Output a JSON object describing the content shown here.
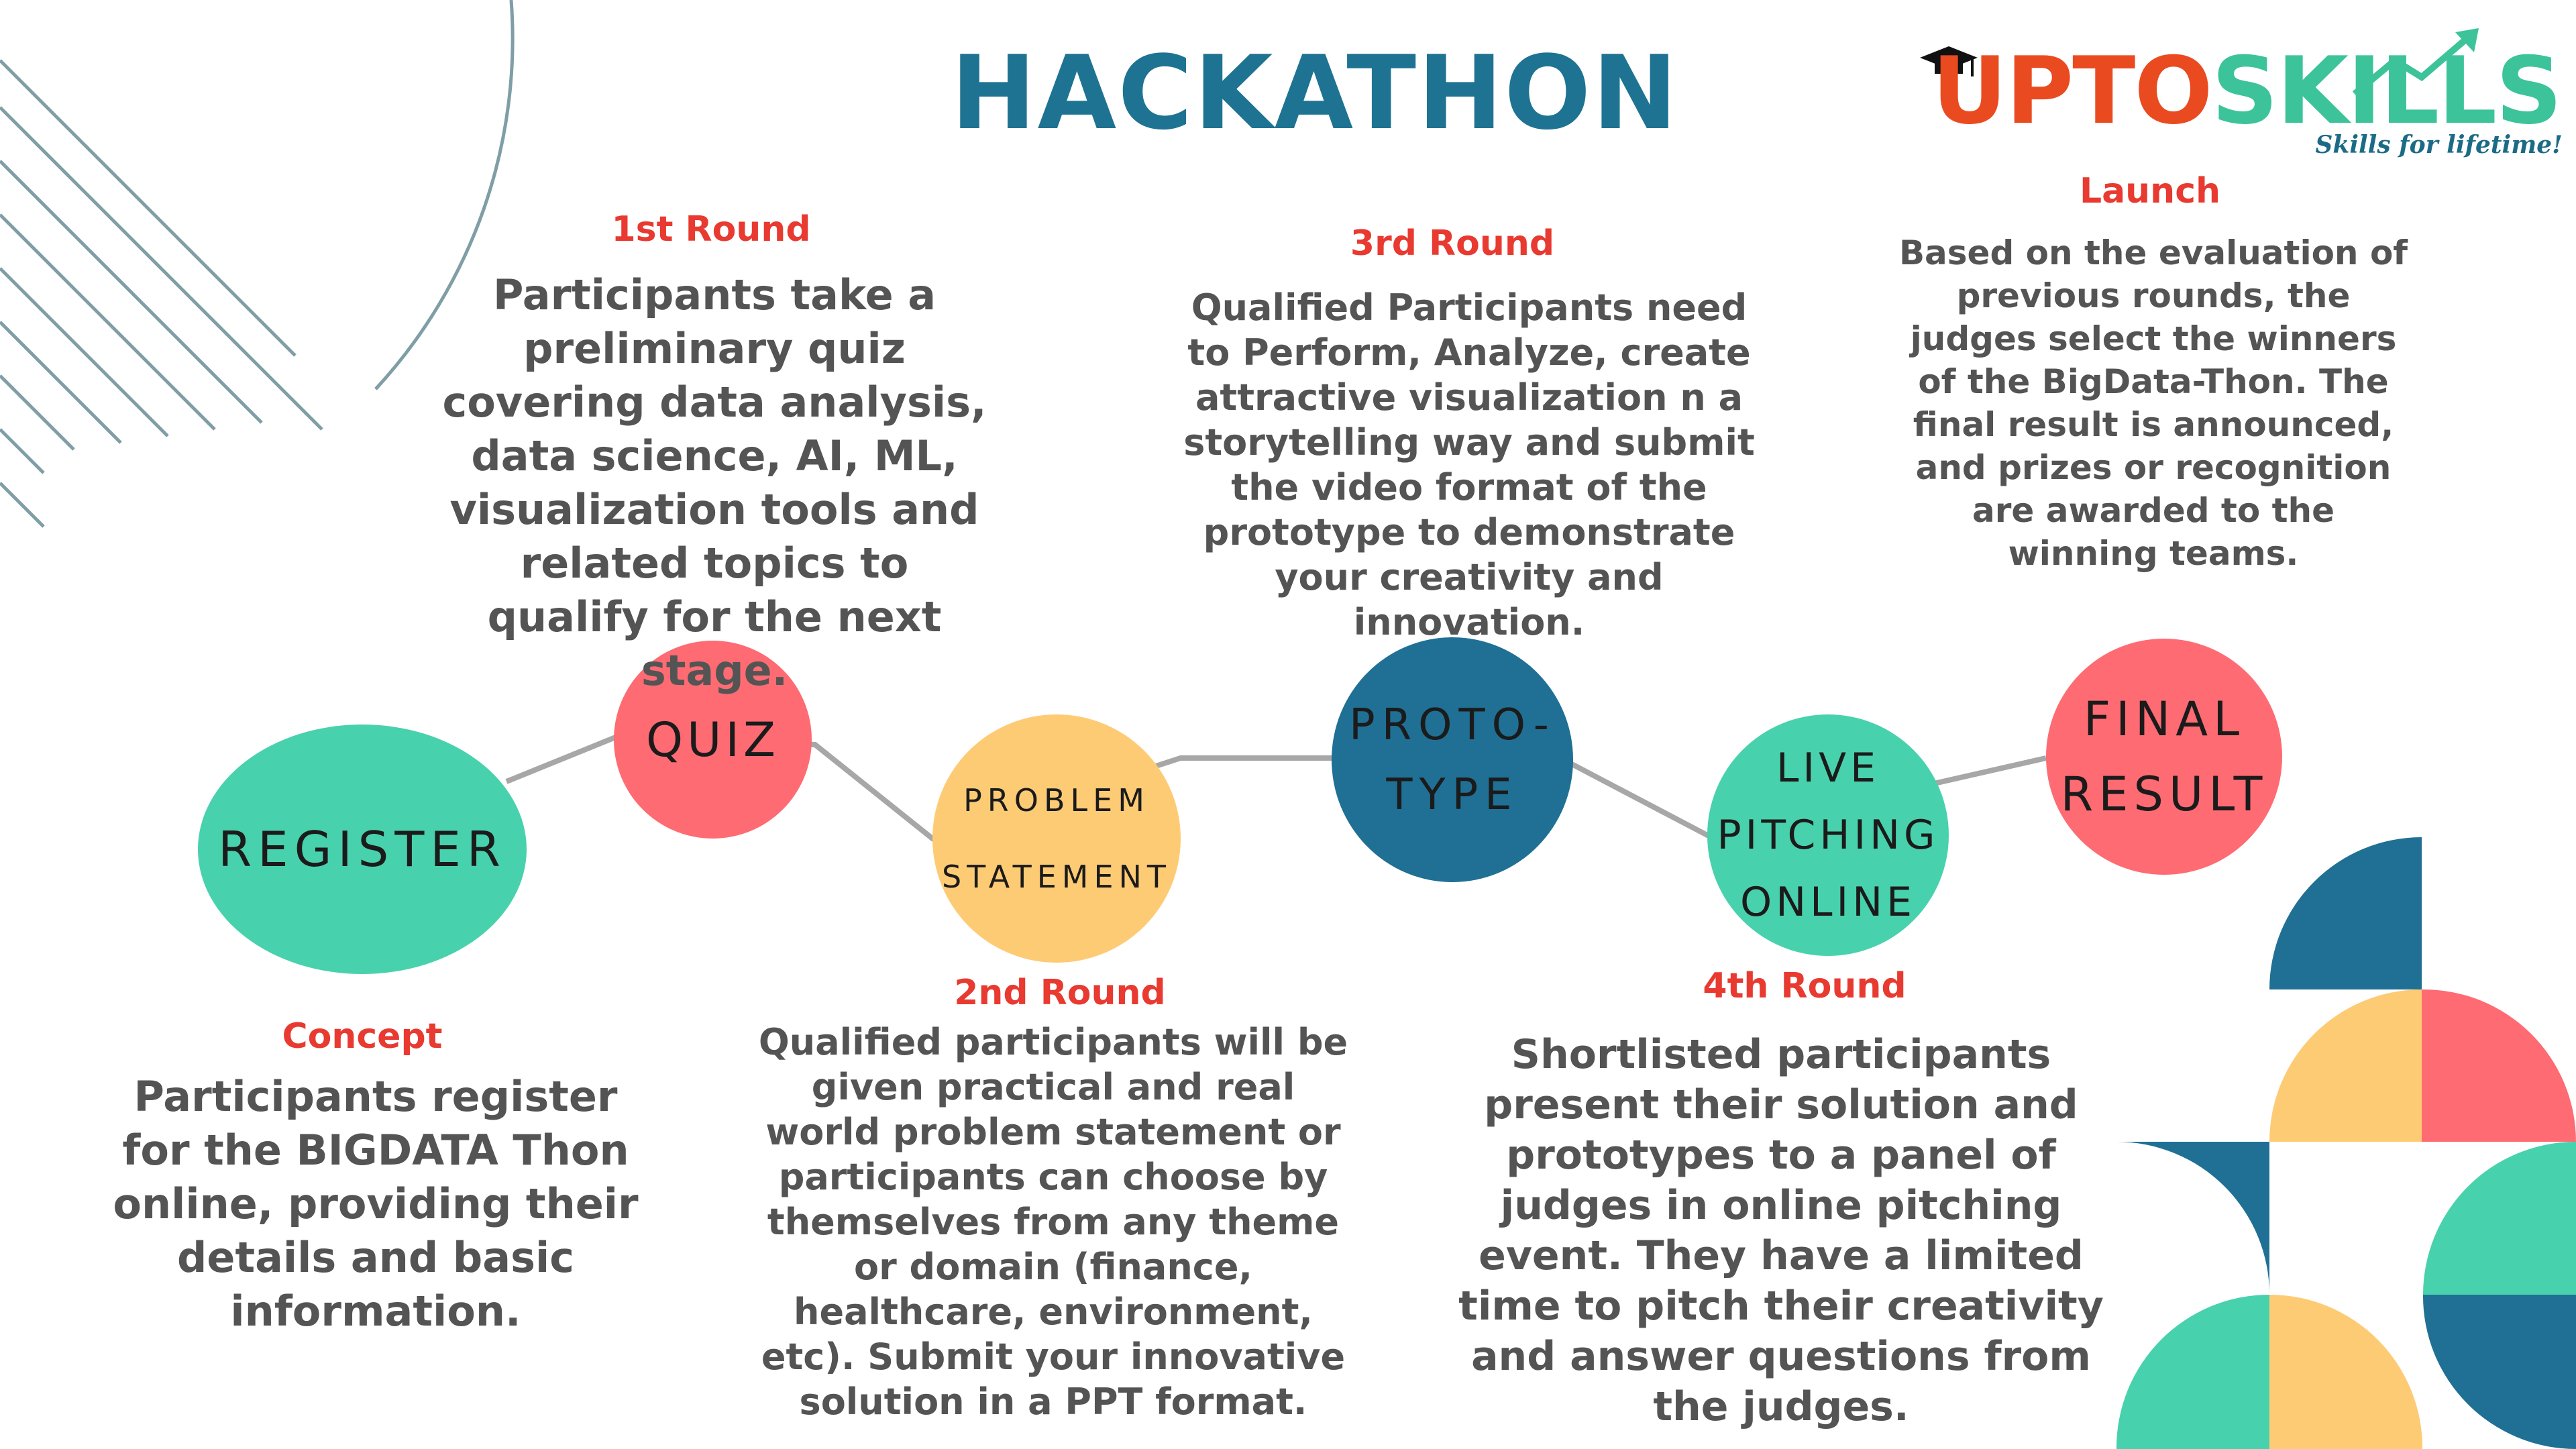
{
  "title": "HACKATHON",
  "logo": {
    "part1": "UPTO",
    "part2": "SKILLS",
    "tagline": "Skills for lifetime!"
  },
  "stages": [
    {
      "id": "register",
      "label_lines": [
        "REGISTER"
      ],
      "color": "#48d1ad",
      "round": "Concept",
      "description": "Participants register for the BIGDATA Thon online, providing their details and basic information."
    },
    {
      "id": "quiz",
      "label_lines": [
        "QUIZ"
      ],
      "color": "#fe6b73",
      "round": "1st Round",
      "description": "Participants take a preliminary quiz covering data analysis, data science, AI, ML, visualization tools and related topics to qualify for the next stage."
    },
    {
      "id": "problem-statement",
      "label_lines": [
        "PROBLEM",
        "STATEMENT"
      ],
      "color": "#fecb75",
      "round": "2nd Round",
      "description": "Qualified participants will be given practical and real world problem statement or participants can choose by themselves from any theme or domain (finance, healthcare, environment, etc). Submit your innovative solution in a PPT format."
    },
    {
      "id": "prototype",
      "label_lines": [
        "PROTO-",
        "TYPE"
      ],
      "color": "#1f7094",
      "round": "3rd Round",
      "description": "Qualified Participants need to Perform, Analyze, create attractive visualization n a storytelling way and submit the video format of the prototype to demonstrate your creativity and innovation."
    },
    {
      "id": "live-pitching",
      "label_lines": [
        "LIVE",
        "PITCHING",
        "ONLINE"
      ],
      "color": "#48d1ad",
      "round": "4th Round",
      "description": "Shortlisted participants present their solution and prototypes to a panel of judges in online pitching event. They have a limited time to pitch their creativity and answer questions from the judges."
    },
    {
      "id": "final-result",
      "label_lines": [
        "FINAL",
        "RESULT"
      ],
      "color": "#fe6b73",
      "round": "Launch",
      "description": "Based on the evaluation of previous rounds, the judges select the winners of the BigData-Thon. The final result is announced, and prizes or recognition are awarded to the winning teams."
    }
  ],
  "decor_colors": {
    "teal": "#48d1ad",
    "blue": "#1f7094",
    "yellow": "#fecb75",
    "coral": "#fe6b73",
    "line": "#7f9ea6"
  }
}
